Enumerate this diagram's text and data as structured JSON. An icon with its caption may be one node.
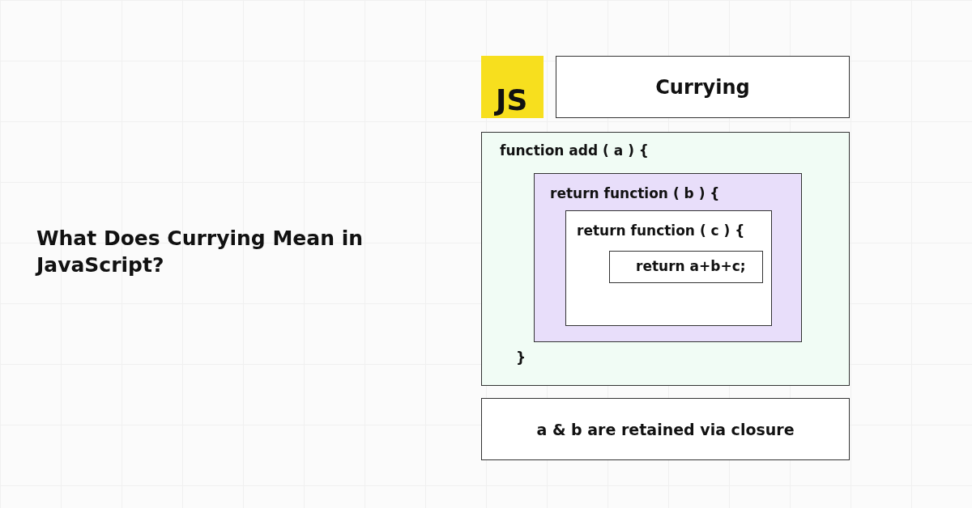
{
  "diagram": {
    "title": "What Does Currying Mean in JavaScript?",
    "nodes": [
      {
        "text": [
          "JS"
        ]
      },
      {
        "text": [
          "Currying"
        ]
      },
      {
        "text": [
          "function add ( a ) {",
          "}"
        ]
      },
      {
        "text": [
          "return function ( b ) {"
        ],
        "in": 2
      },
      {
        "text": [
          "return function ( c ) {"
        ],
        "in": 3
      },
      {
        "text": [
          "return a+b+c;"
        ],
        "in": 4
      },
      {
        "text": [
          "a & b are retained via closure"
        ]
      }
    ]
  }
}
